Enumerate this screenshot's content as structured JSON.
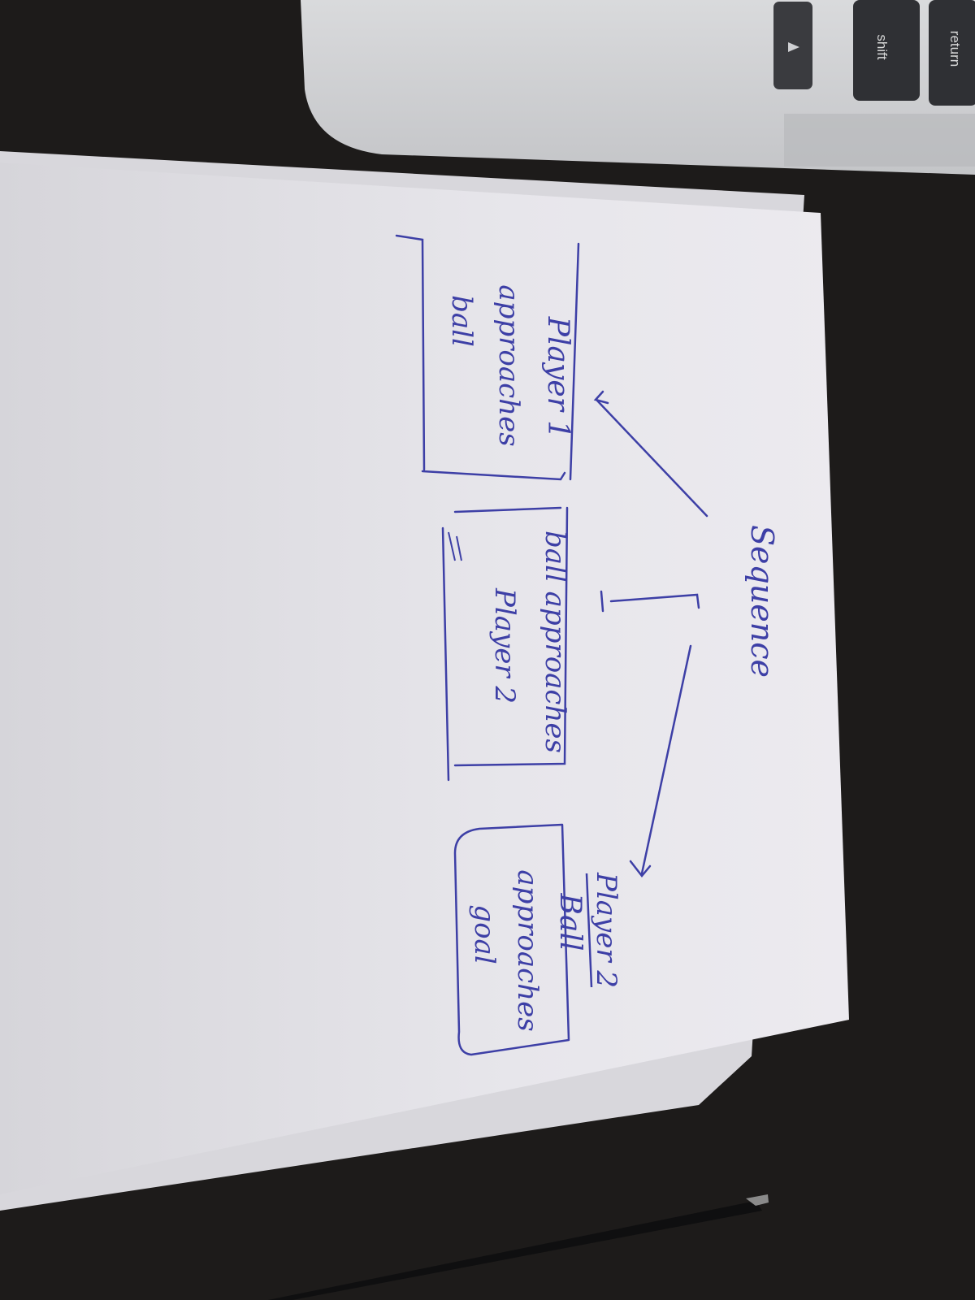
{
  "keyboard": {
    "shift_label": "shift",
    "return_label": "return"
  },
  "diagram": {
    "title": "Sequence",
    "nodes": [
      {
        "lines": [
          "Player 1",
          "approaches",
          "ball"
        ]
      },
      {
        "lines": [
          "ball approaches",
          "Player 2"
        ]
      },
      {
        "struck": "Player 2",
        "lines": [
          "Ball",
          "approaches",
          "goal"
        ]
      }
    ]
  },
  "colors": {
    "ink": "#3d3fa6",
    "paper": "#e6e5ea",
    "desk": "#1d1b1a",
    "laptop": "#cfd0d3"
  }
}
